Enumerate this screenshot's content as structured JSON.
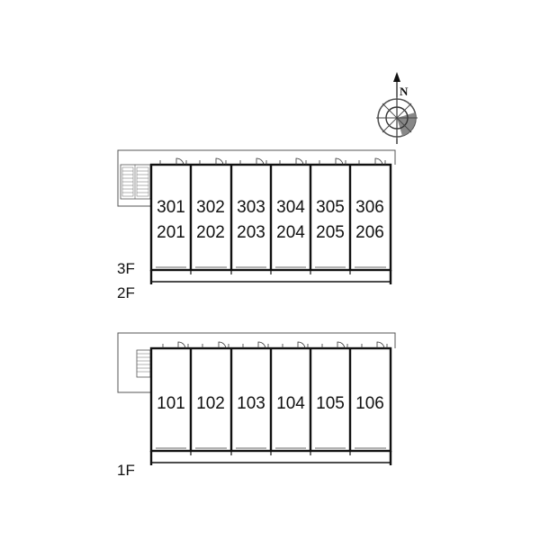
{
  "compass": {
    "north_label": "N"
  },
  "upper_block": {
    "floor_labels": [
      "3F",
      "2F"
    ],
    "rooms_top": [
      "301",
      "302",
      "303",
      "304",
      "305",
      "306"
    ],
    "rooms_bottom": [
      "201",
      "202",
      "203",
      "204",
      "205",
      "206"
    ]
  },
  "lower_block": {
    "floor_labels": [
      "1F"
    ],
    "rooms": [
      "101",
      "102",
      "103",
      "104",
      "105",
      "106"
    ]
  }
}
